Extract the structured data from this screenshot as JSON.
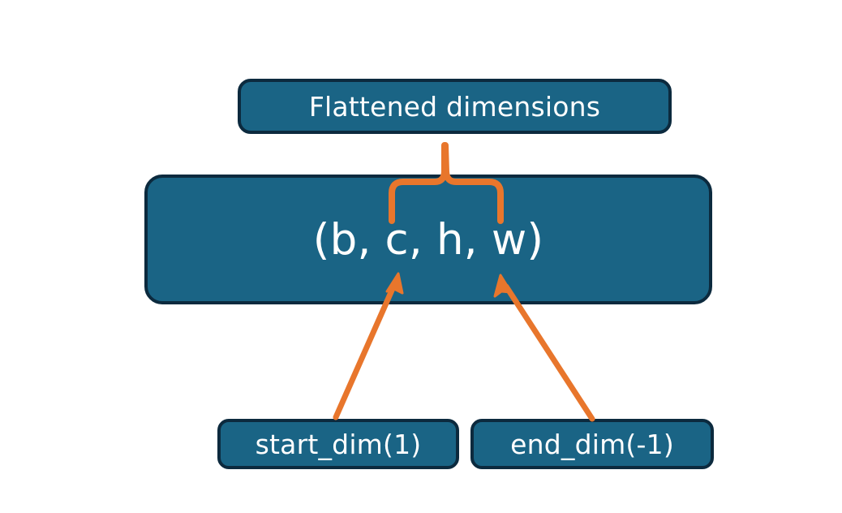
{
  "diagram": {
    "title": "Flatten start_dim and end_dim over tensor shape",
    "background_color": "#ffffff",
    "node_fill_color": "#1a6485",
    "node_border_color": "#0c2a3e",
    "node_text_color": "#ffffff",
    "annotation_color": "#e8762c"
  },
  "nodes": {
    "flattened": {
      "label": "Flattened dimensions",
      "role": "caption-box"
    },
    "shape": {
      "label": "(b, c, h, w)",
      "role": "tensor-shape-box",
      "dims": [
        "b",
        "c",
        "h",
        "w"
      ]
    },
    "start_dim": {
      "label": "start_dim(1)",
      "role": "argument-box",
      "argument_value": "1"
    },
    "end_dim": {
      "label": "end_dim(-1)",
      "role": "argument-box",
      "argument_value": "-1"
    }
  },
  "annotations": {
    "brace": {
      "name": "flattened-range-brace",
      "spans_dims": [
        "c",
        "h",
        "w"
      ],
      "points_to": "Flattened dimensions",
      "color": "#e8762c"
    },
    "arrows": [
      {
        "name": "start-dim-arrow",
        "from": "start_dim(1)",
        "to": "c",
        "color": "#e8762c"
      },
      {
        "name": "end-dim-arrow",
        "from": "end_dim(-1)",
        "to": "w",
        "color": "#e8762c"
      }
    ]
  }
}
